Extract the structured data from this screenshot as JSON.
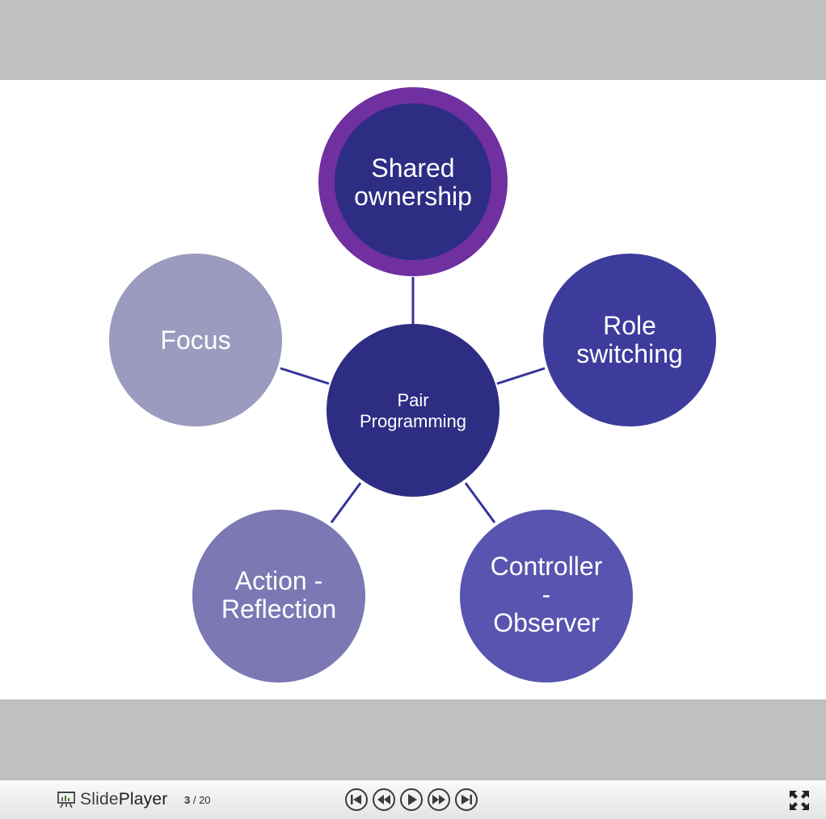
{
  "diagram": {
    "center": {
      "line1": "Pair",
      "line2": "Programming",
      "color": "#2e2d84"
    },
    "nodes": {
      "top": {
        "line1": "Shared",
        "line2": "ownership",
        "color": "#2e2d84",
        "ring_color": "#7030a0"
      },
      "right": {
        "line1": "Role",
        "line2": "switching",
        "color": "#3d3c9c"
      },
      "bottom_right": {
        "line1": "Controller",
        "line2": "-",
        "line3": "Observer",
        "color": "#5854b0"
      },
      "bottom_left": {
        "line1": "Action -",
        "line2": "Reflection",
        "color": "#7c78b4"
      },
      "left": {
        "line1": "Focus",
        "color": "#9b9bbf"
      }
    },
    "connector_color": "#35349a"
  },
  "player": {
    "brand_part1": "Slide",
    "brand_part2": "Player",
    "current_slide": "3",
    "separator": " / ",
    "total_slides": "20",
    "icons": [
      "presentation-icon",
      "first-slide-icon",
      "previous-slide-icon",
      "play-icon",
      "next-slide-icon",
      "last-slide-icon",
      "fullscreen-icon"
    ]
  }
}
